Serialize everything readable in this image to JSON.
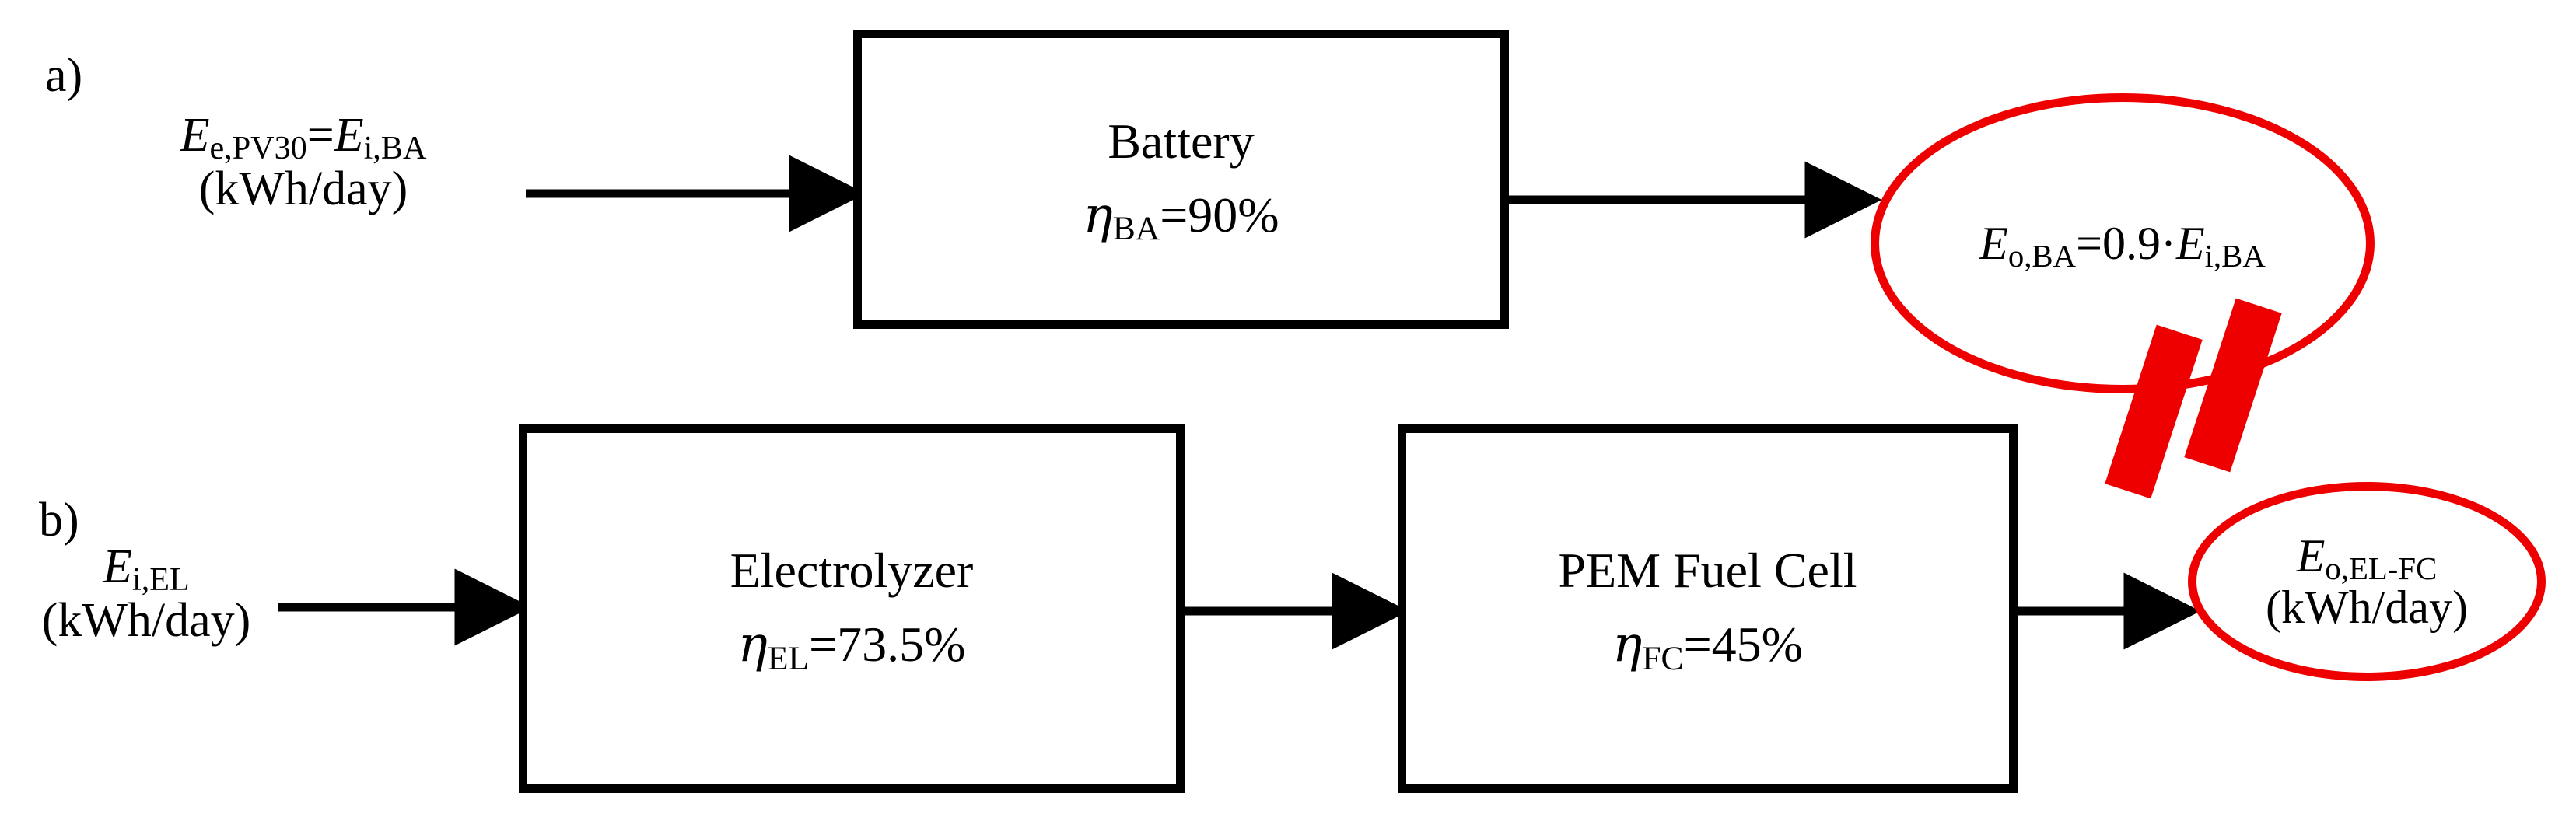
{
  "figure": {
    "background_color": "#ffffff",
    "line_color": "#000000",
    "highlight_color": "#ee0000"
  },
  "panels": [
    {
      "id": "a",
      "label": "a)",
      "input_label": {
        "line1_main1": "E",
        "line1_sub1": "e,PV30",
        "line1_eq": "=",
        "line1_main2": "E",
        "line1_sub2": "i,BA",
        "line2": "(kWh/day)"
      },
      "box": {
        "title": "Battery",
        "efficiency_symbol": "η",
        "efficiency_subscript": "BA",
        "efficiency_equals": "=",
        "efficiency_value": "90%"
      },
      "output_ellipse": {
        "main1": "E",
        "sub1": "o,BA",
        "eq": "=",
        "factor": "0.9·",
        "main2": "E",
        "sub2": "i,BA"
      }
    },
    {
      "id": "b",
      "label": "b)",
      "input_label": {
        "line1_main1": "E",
        "line1_sub1": "i,EL",
        "line2": "(kWh/day)"
      },
      "boxes": [
        {
          "title": "Electrolyzer",
          "efficiency_symbol": "η",
          "efficiency_subscript": "EL",
          "efficiency_equals": "=",
          "efficiency_value": "73.5%"
        },
        {
          "title": "PEM Fuel Cell",
          "efficiency_symbol": "η",
          "efficiency_subscript": "FC",
          "efficiency_equals": "=",
          "efficiency_value": "45%"
        }
      ],
      "output_ellipse": {
        "main1": "E",
        "sub1": "o,EL-FC",
        "line2": "(kWh/day)"
      }
    }
  ],
  "comparison_mark": {
    "type": "equals-sign",
    "orientation": "tilted",
    "color": "#ee0000",
    "meaning": "equals"
  },
  "icons": {
    "arrow": "arrow-right-icon",
    "equals": "red-equals-icon"
  }
}
